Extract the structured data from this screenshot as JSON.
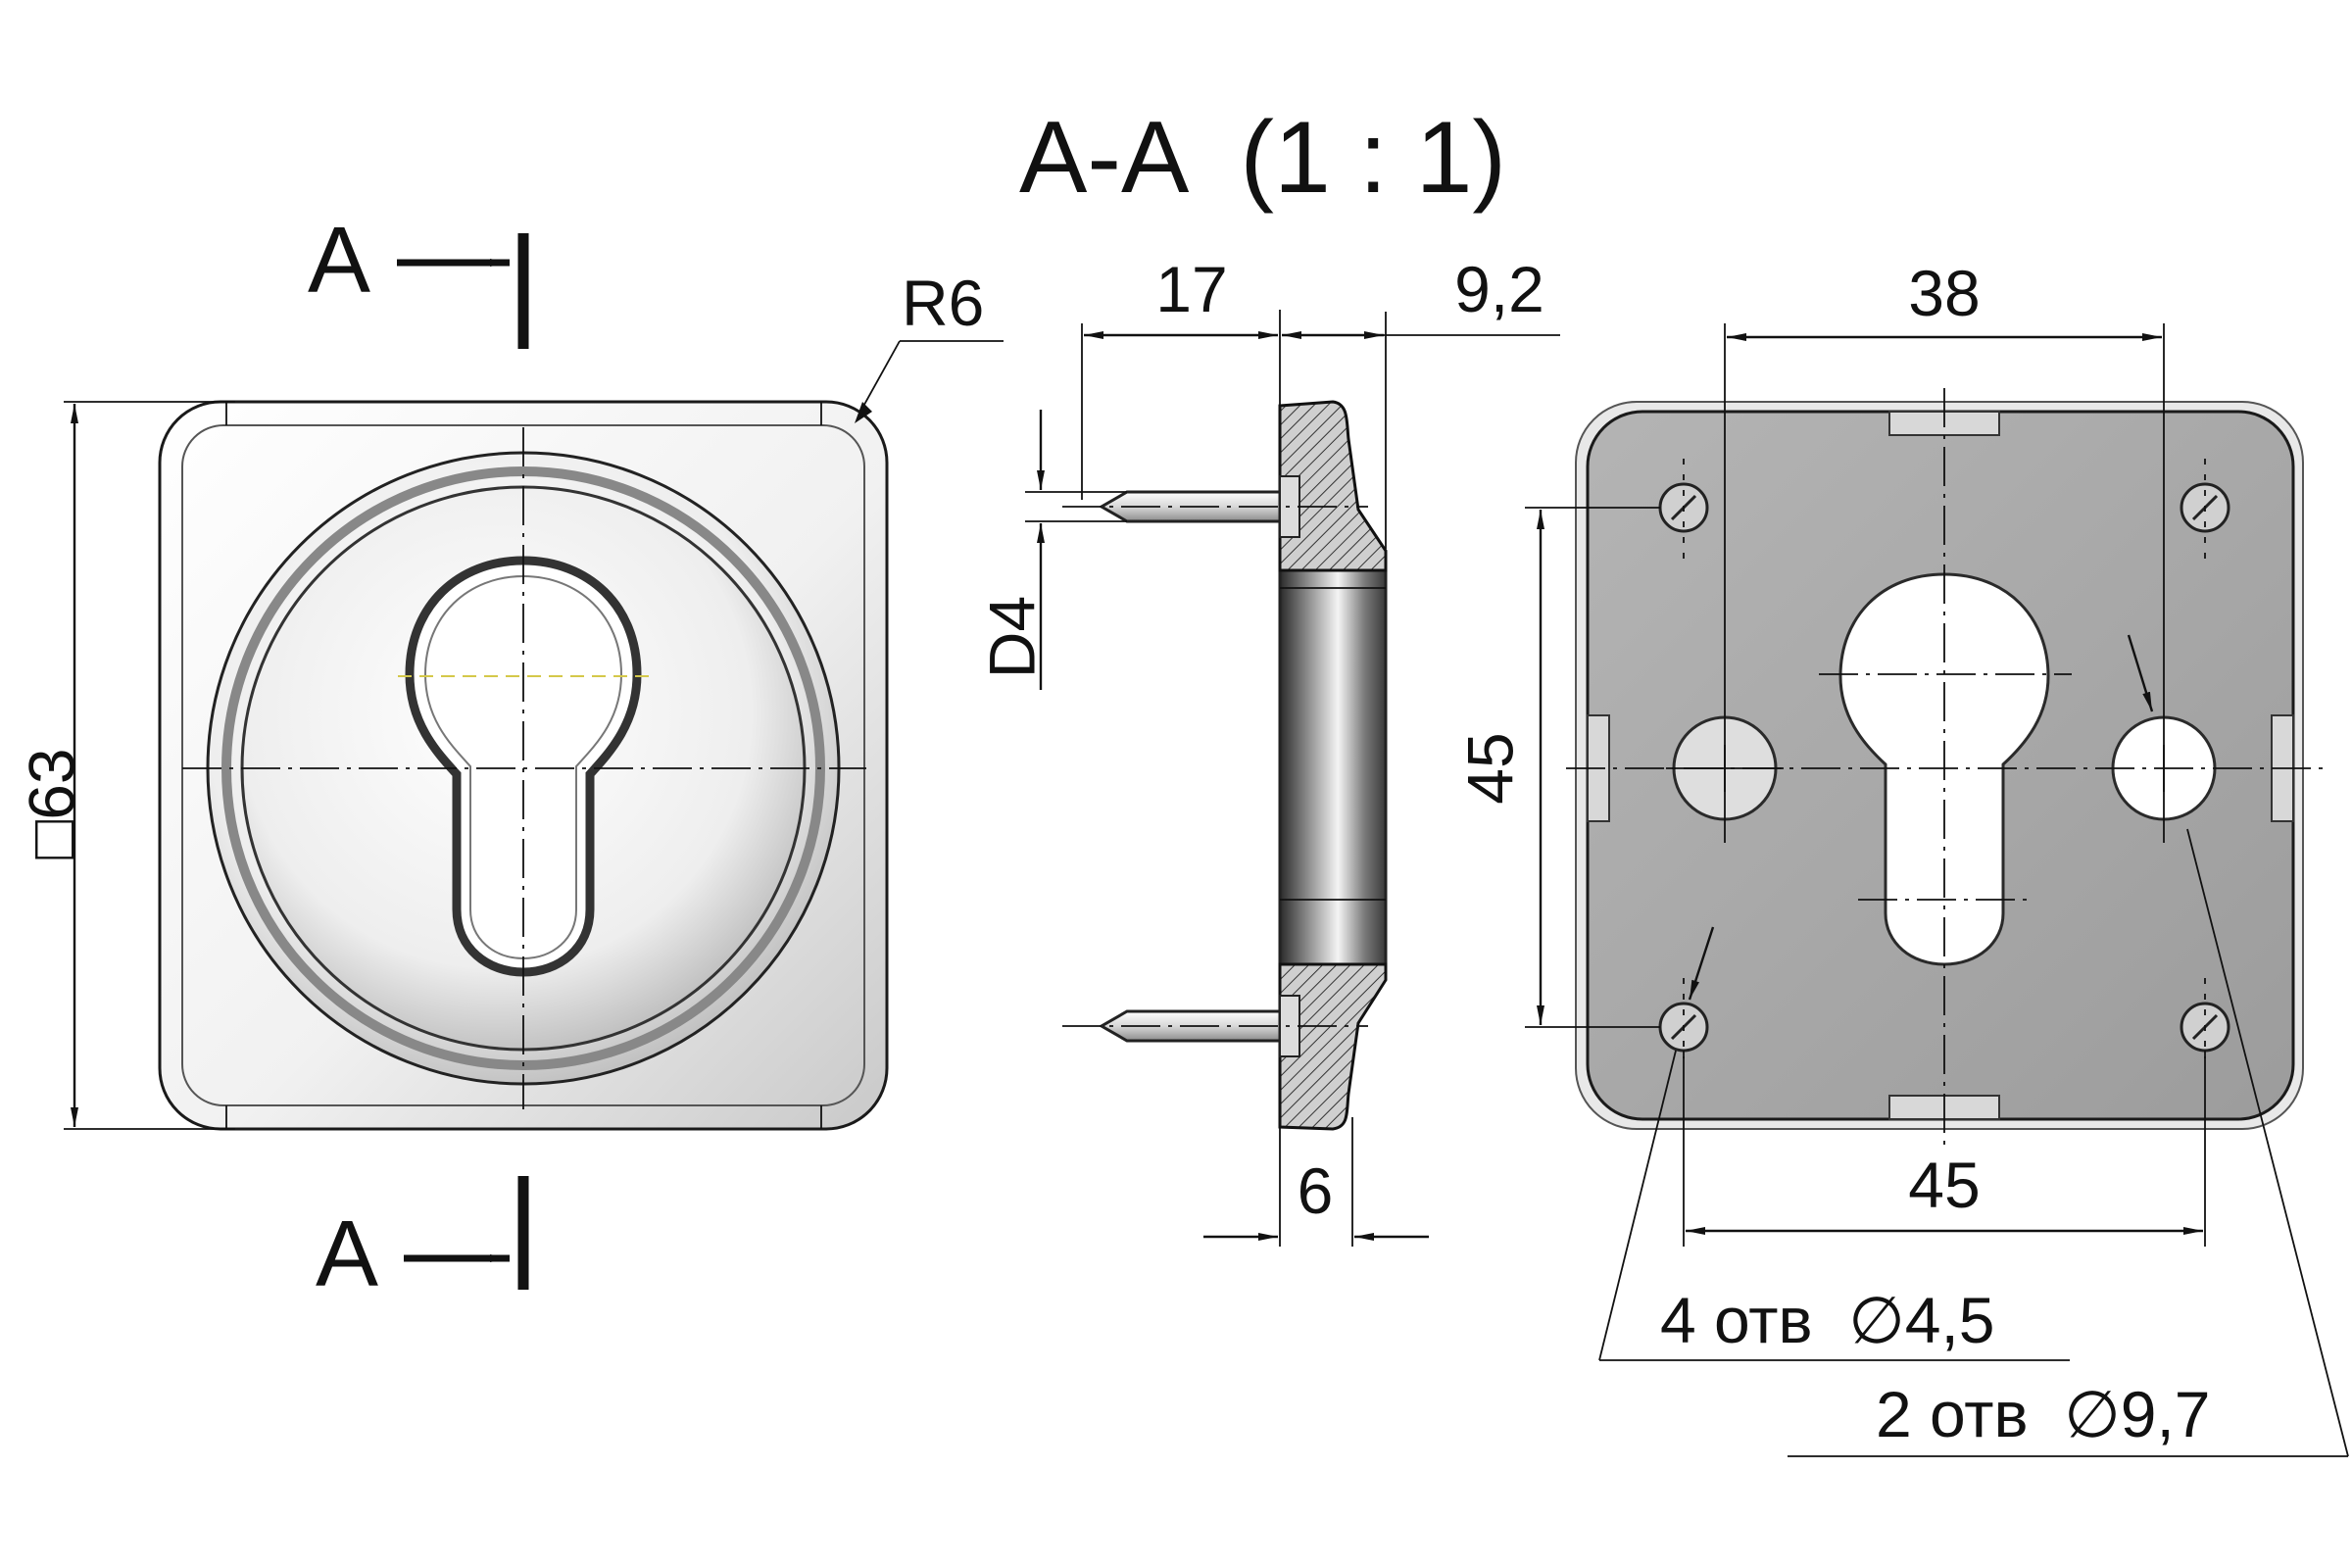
{
  "section_title": "A-A  (1 : 1)",
  "section_marks": {
    "top": "A",
    "bottom": "A"
  },
  "front_view": {
    "size_label": "□63",
    "radius_label": "R6"
  },
  "side_view": {
    "dim_17": "17",
    "dim_9_2": "9,2",
    "dim_d4": "D4",
    "dim_6": "6"
  },
  "back_view": {
    "dim_38": "38",
    "dim_45_vertical": "45",
    "dim_45_horizontal": "45",
    "holes_small": "4 отв  ∅4,5",
    "holes_large": "2 отв  ∅9,7"
  },
  "colors": {
    "line": "#111111",
    "plate_fill": "#a9a9a9",
    "metal_light": "#f2f2f2",
    "keyhole_outline": "#333333",
    "hidden_center": "#d4c84a"
  }
}
